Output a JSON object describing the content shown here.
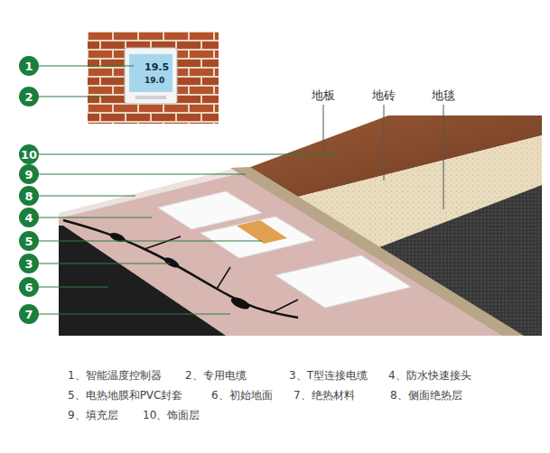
{
  "diagram": {
    "nodes": [
      {
        "text": [
          "1"
        ]
      },
      {
        "text": [
          "2"
        ]
      },
      {
        "text": [
          "10"
        ]
      },
      {
        "text": [
          "9"
        ]
      },
      {
        "text": [
          "8"
        ]
      },
      {
        "text": [
          "4"
        ]
      },
      {
        "text": [
          "5"
        ]
      },
      {
        "text": [
          "3"
        ]
      },
      {
        "text": [
          "6"
        ]
      },
      {
        "text": [
          "7"
        ]
      }
    ],
    "labels": [
      "地板",
      "地砖",
      "地毯",
      "1、智能温度控制器",
      "2、专用电缆",
      "3、T型连接电缆",
      "4、防水快速接头",
      "5、电热地膜和PVC封套",
      "6、初始地面",
      "7、绝热材料",
      "8、侧面绝热层",
      "9、填充层",
      "10、饰面层",
      "19.5",
      "19.0"
    ]
  }
}
